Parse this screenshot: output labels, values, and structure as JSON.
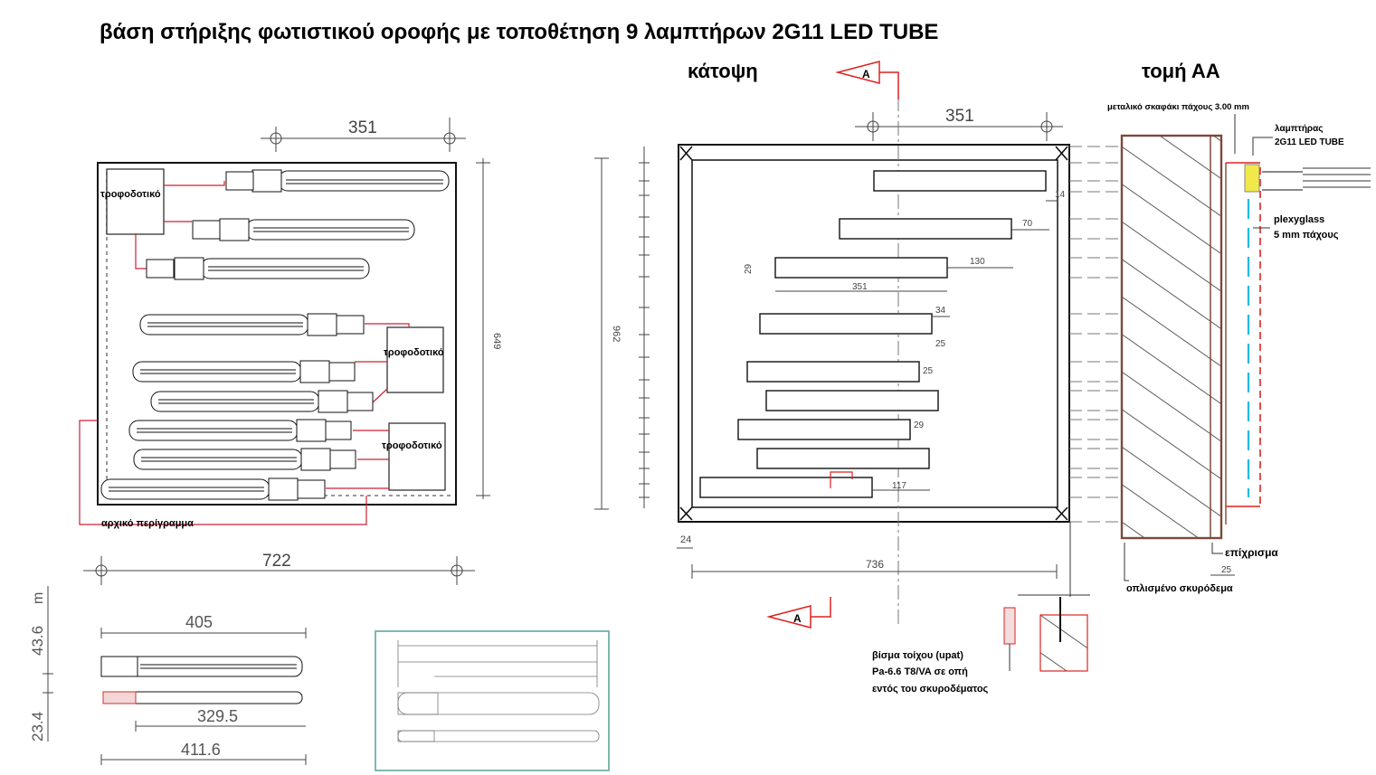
{
  "title": "βάση στήριξης φωτιστικού οροφής  με τοποθέτηση 9 λαμπτήρων 2G11 LED TUBE",
  "views": {
    "plan": "κάτοψη",
    "section": "τομή ΑΑ"
  },
  "section_marker": "A",
  "left": {
    "dim_top": "351",
    "dim_right": "649",
    "dim_bottom": "722",
    "driver_label": "τροφοδοτικό",
    "outline_label": "αρχικό περίγραμμα"
  },
  "lamp_detail": {
    "d_405": "405",
    "d_3295": "329.5",
    "d_4116": "411.6",
    "d_436": "43.6",
    "d_234": "23.4",
    "unit": "m"
  },
  "plan": {
    "dim_top": "351",
    "dim_left": "962",
    "dim_bottom": "736",
    "dim_corner": "24",
    "dim_351_inner": "351",
    "d_14": "14",
    "d_70": "70",
    "d_130": "130",
    "d_34": "34",
    "d_25a": "25",
    "d_25b": "25",
    "d_29": "29",
    "d_117": "117",
    "d_29v": "29"
  },
  "section": {
    "steel": "μεταλικό σκαφάκι πάχους 3.00 mm",
    "lamp1": "λαμπτήρας",
    "lamp2": "2G11 LED TUBE",
    "plexi1": "plexyglass",
    "plexi2": "5 mm πάχους",
    "plaster": "επίχρισμα",
    "concrete": "οπλισμένο σκυρόδεμα",
    "anchor1": "βίσμα τοίχου (upat)",
    "anchor2": "Pa-6.6 T8/VA σε οπή",
    "anchor3": "εντός του σκυροδέματος",
    "d_25": "25"
  }
}
